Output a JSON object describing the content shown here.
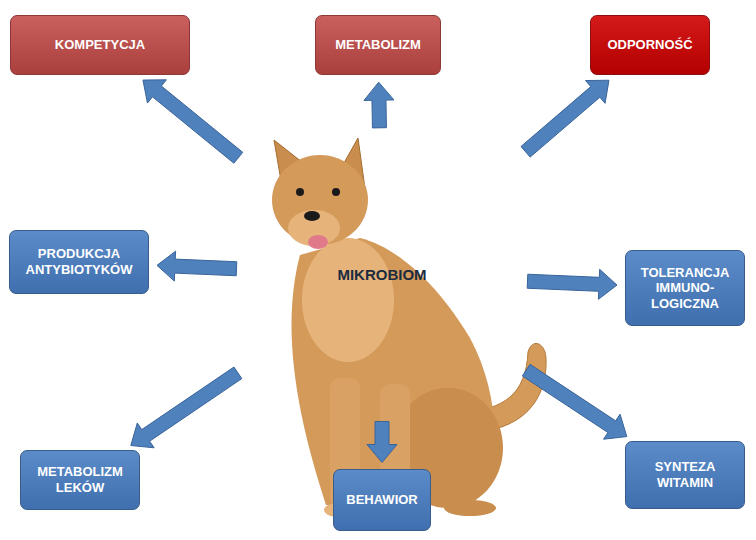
{
  "diagram": {
    "nodes": [
      {
        "text": [
          "KOMPETYCJA"
        ]
      },
      {
        "text": [
          "METABOLIZM"
        ]
      },
      {
        "text": [
          "ODPORNOŚĆ"
        ]
      },
      {
        "text": [
          "PRODUKCJA ANTYBIOTYKÓW"
        ]
      },
      {
        "text": [
          "MIKROBIOM"
        ]
      },
      {
        "text": [
          "TOLERANCJA IMMUNO- LOGICZNA"
        ]
      },
      {
        "text": [
          "METABOLIZM LEKÓW"
        ]
      },
      {
        "text": [
          "BEHAWIOR"
        ]
      },
      {
        "text": [
          "SYNTEZA WITAMIN"
        ]
      }
    ],
    "edges": [
      {
        "from": 4,
        "to": 0,
        "arrow": "to"
      },
      {
        "from": 4,
        "to": 1,
        "arrow": "to"
      },
      {
        "from": 4,
        "to": 2,
        "arrow": "to"
      },
      {
        "from": 4,
        "to": 3,
        "arrow": "to"
      },
      {
        "from": 4,
        "to": 5,
        "arrow": "to"
      },
      {
        "from": 4,
        "to": 6,
        "arrow": "to"
      },
      {
        "from": 4,
        "to": 7,
        "arrow": "to"
      },
      {
        "from": 4,
        "to": 8,
        "arrow": "to"
      }
    ]
  }
}
